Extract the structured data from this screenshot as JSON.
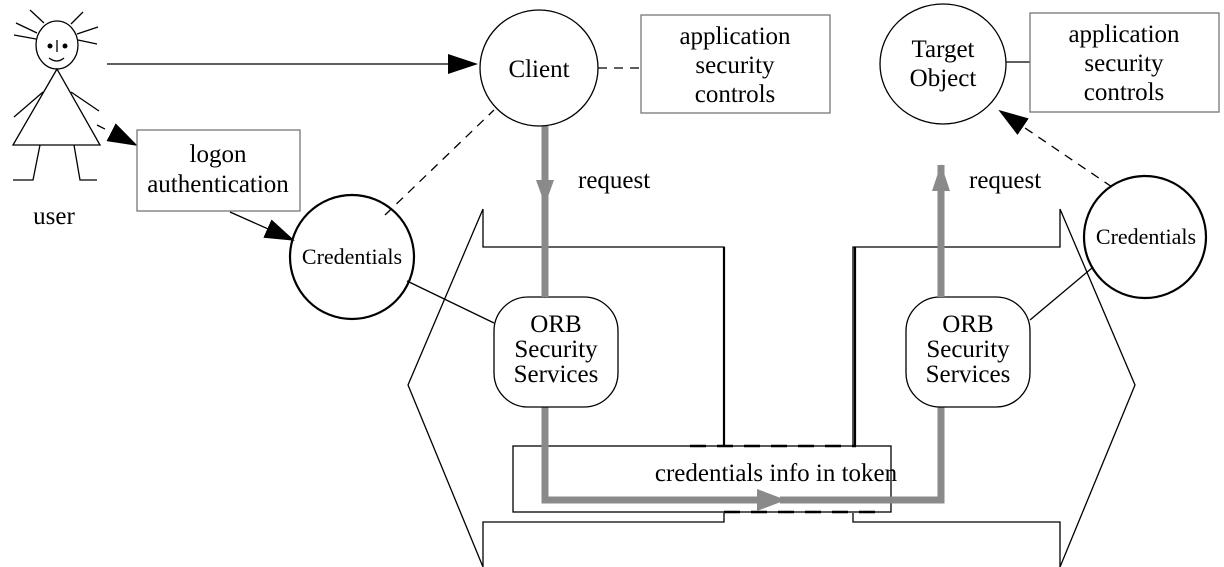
{
  "labels": {
    "user": "user",
    "logon_line1": "logon",
    "logon_line2": "authentication",
    "client": "Client",
    "app_sec_left_line1": "application",
    "app_sec_left_line2": "security",
    "app_sec_left_line3": "controls",
    "target_line1": "Target",
    "target_line2": "Object",
    "app_sec_right_line1": "application",
    "app_sec_right_line2": "security",
    "app_sec_right_line3": "controls",
    "credentials_left": "Credentials",
    "credentials_right": "Credentials",
    "request_left": "request",
    "request_right": "request",
    "orb_left_line1": "ORB",
    "orb_left_line2": "Security",
    "orb_left_line3": "Services",
    "orb_right_line1": "ORB",
    "orb_right_line2": "Security",
    "orb_right_line3": "Services",
    "token": "credentials info in token"
  },
  "colors": {
    "request_flow": "#8a8a8a",
    "box_border": "#777777"
  }
}
